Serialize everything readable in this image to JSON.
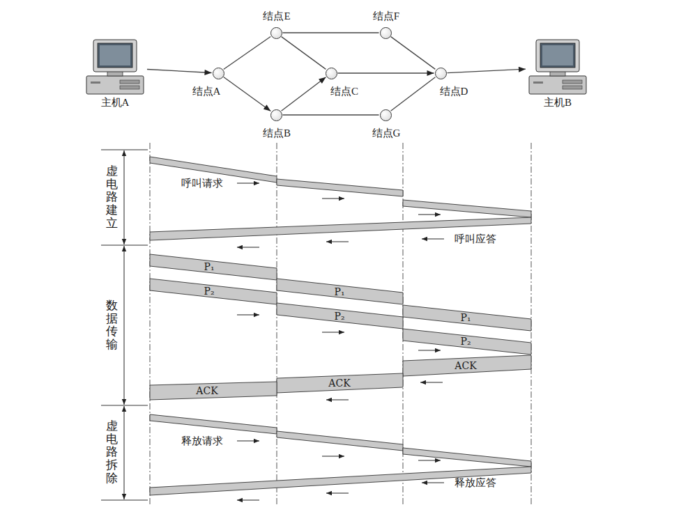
{
  "diagram": {
    "nodes": [
      {
        "text": [
          "主机A"
        ]
      },
      {
        "text": [
          "结点A"
        ]
      },
      {
        "text": [
          "结点E"
        ]
      },
      {
        "text": [
          "结点B"
        ]
      },
      {
        "text": [
          "结点C"
        ]
      },
      {
        "text": [
          "结点F"
        ]
      },
      {
        "text": [
          "结点G"
        ]
      },
      {
        "text": [
          "结点D"
        ]
      },
      {
        "text": [
          "主机B"
        ]
      }
    ],
    "edges": [
      {
        "from": 0,
        "to": 1,
        "arrow": "to"
      },
      {
        "from": 1,
        "to": 2,
        "arrow": "none"
      },
      {
        "from": 1,
        "to": 3,
        "arrow": "to"
      },
      {
        "from": 2,
        "to": 4,
        "arrow": "none"
      },
      {
        "from": 3,
        "to": 4,
        "arrow": "to"
      },
      {
        "from": 2,
        "to": 5,
        "arrow": "none"
      },
      {
        "from": 3,
        "to": 6,
        "arrow": "none"
      },
      {
        "from": 4,
        "to": 7,
        "arrow": "to"
      },
      {
        "from": 5,
        "to": 7,
        "arrow": "none"
      },
      {
        "from": 6,
        "to": 7,
        "arrow": "none"
      },
      {
        "from": 7,
        "to": 8,
        "arrow": "to"
      }
    ],
    "labels": [
      "虚电路建立",
      "呼叫请求",
      "呼叫应答",
      "数据传输",
      "P₁",
      "P₂",
      "P₁",
      "P₂",
      "P₁",
      "P₂",
      "ACK",
      "ACK",
      "ACK",
      "虚电路拆除",
      "释放请求",
      "释放应答"
    ]
  }
}
